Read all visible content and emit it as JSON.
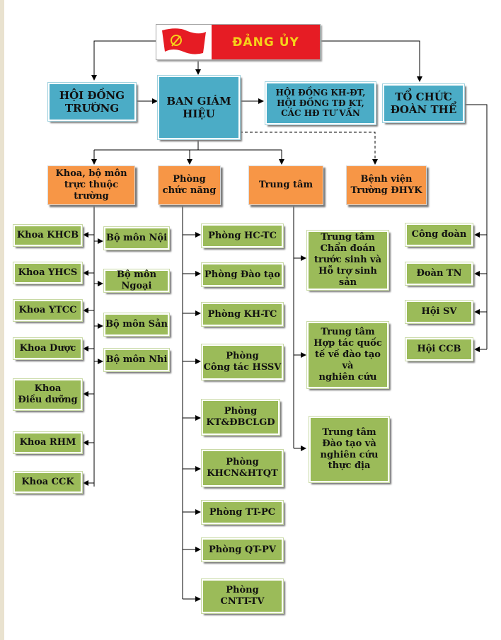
{
  "top": {
    "title": "ĐẢNG ỦY",
    "logo": "party-flag-icon"
  },
  "row1": {
    "hoi_dong_truong": "HỘI ĐỒNG\nTRƯỜNG",
    "ban_giam_hieu": "BAN GIÁM\nHIỆU",
    "hoi_dong_kh": "HỘI ĐỒNG KH-ĐT,\nHỘI ĐỒNG TĐ KT,\nCÁC HĐ TƯ VẤN",
    "to_chuc": "TỔ CHỨC\nĐOÀN THỂ"
  },
  "row2": {
    "khoa": "Khoa, bộ môn\ntrực thuộc trường",
    "phong": "Phòng\nchức năng",
    "trung_tam": "Trung tâm",
    "benh_vien": "Bệnh viện\nTrường ĐHYK"
  },
  "khoa_items": [
    "Khoa KHCB",
    "Khoa YHCS",
    "Khoa YTCC",
    "Khoa Dược",
    "Khoa\nĐiều dưỡng",
    "Khoa RHM",
    "Khoa CCK"
  ],
  "bo_mon_items": [
    "Bộ môn Nội",
    "Bộ môn  Ngoại",
    "Bộ môn Sản",
    "Bộ môn Nhi"
  ],
  "phong_items": [
    "Phòng HC-TC",
    "Phòng Đào tạo",
    "Phòng KH-TC",
    "Phòng\nCông tác HSSV",
    "Phòng\nKT&ĐBCLGD",
    "Phòng\nKHCN&HTQT",
    "Phòng TT-PC",
    "Phòng QT-PV",
    "Phòng\nCNTT-TV"
  ],
  "trung_tam_items": [
    "Trung tâm\nChẩn đoán\ntrước sinh và\nHỗ trợ sinh sản",
    "Trung tâm\nHợp tác quốc\ntế về đào tạo và\nnghiên cứu",
    "Trung tâm\nĐào tạo và\nnghiên cứu\nthực địa"
  ],
  "doan_the_items": [
    "Công đoàn",
    "Đoàn TN",
    "Hội SV",
    "Hội CCB"
  ],
  "colors": {
    "blue": "#4bacc6",
    "orange": "#f79646",
    "green": "#9bbb59",
    "red": "#e61c24",
    "gold": "#f6d21a"
  }
}
